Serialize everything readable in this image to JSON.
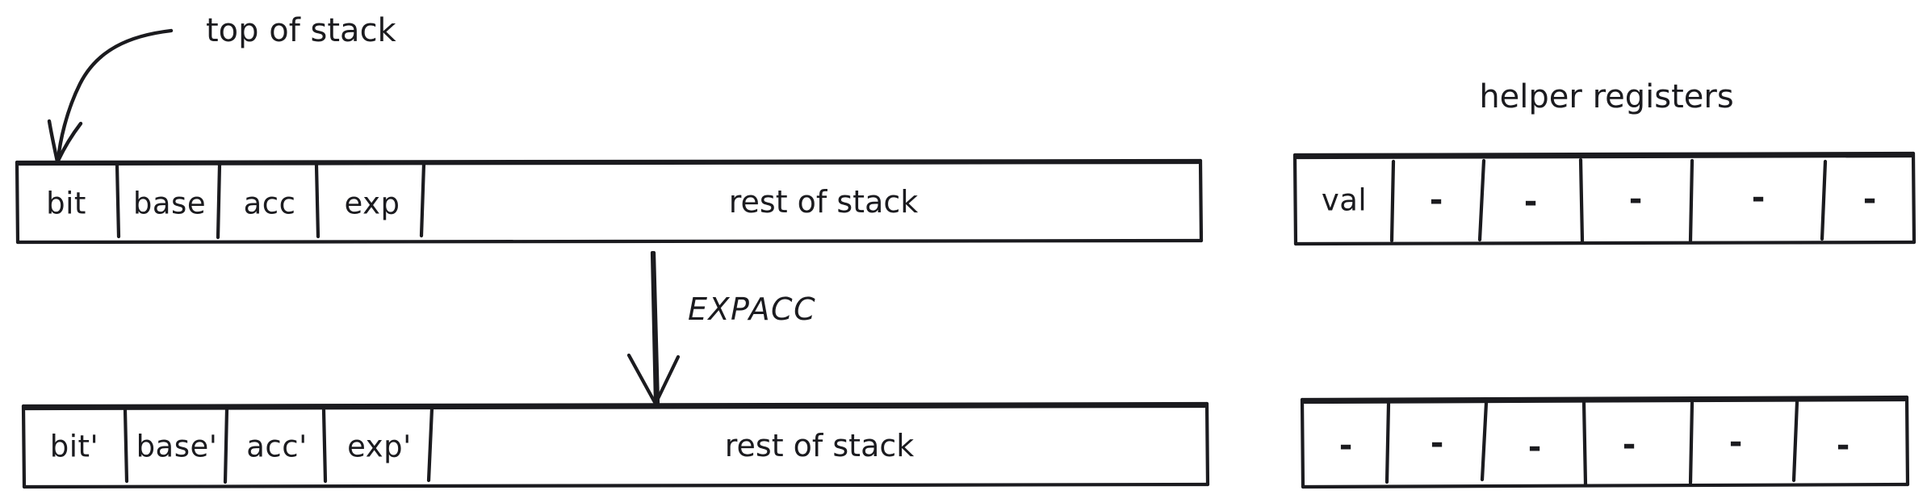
{
  "diagram": {
    "title_annotation": "top of stack",
    "helper_registers_title": "helper registers",
    "operation_label": "EXPACC",
    "stroke_color": "#1b1b1f",
    "background_color": "#ffffff"
  },
  "before": {
    "stack": {
      "cells": [
        "bit",
        "base",
        "acc",
        "exp"
      ],
      "rest_label": "rest of stack"
    },
    "registers": {
      "cells": [
        "val",
        "-",
        "-",
        "-",
        "-",
        "-"
      ]
    }
  },
  "after": {
    "stack": {
      "cells": [
        "bit'",
        "base'",
        "acc'",
        "exp'"
      ],
      "rest_label": "rest of stack"
    },
    "registers": {
      "cells": [
        "-",
        "-",
        "-",
        "-",
        "-",
        "-"
      ]
    }
  }
}
